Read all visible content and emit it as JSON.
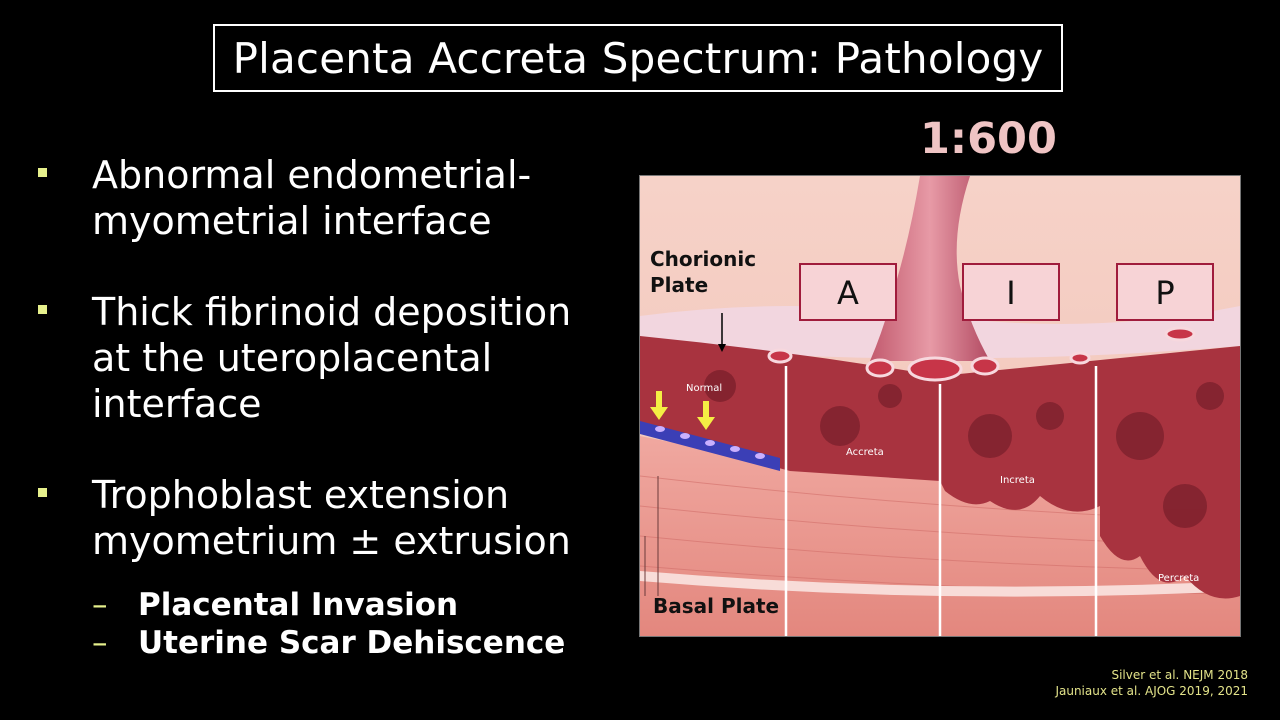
{
  "title": "Placenta Accreta Spectrum: Pathology",
  "ratio": "1:600",
  "bullets": [
    {
      "lines": [
        "Abnormal endometrial-",
        "myometrial interface"
      ]
    },
    {
      "lines": [
        "Thick fibrinoid deposition",
        "at the uteroplacental",
        "interface"
      ]
    },
    {
      "lines": [
        "Trophoblast extension",
        "myometrium ± extrusion"
      ]
    }
  ],
  "sub_bullets": [
    "Placental Invasion",
    "Uterine Scar Dehiscence"
  ],
  "figure": {
    "chorionic_plate": [
      "Chorionic",
      "Plate"
    ],
    "basal_plate": "Basal Plate",
    "boxes": [
      "A",
      "I",
      "P"
    ],
    "zones": [
      "Normal",
      "Accreta",
      "Increta",
      "Percreta"
    ]
  },
  "citations": [
    "Silver et al. NEJM 2018",
    "Jauniaux et al. AJOG 2019, 2021"
  ],
  "colors": {
    "accent_yellow": "#e6f08c",
    "ratio_pink": "#efc4c4",
    "box_border": "#a01c3c"
  }
}
